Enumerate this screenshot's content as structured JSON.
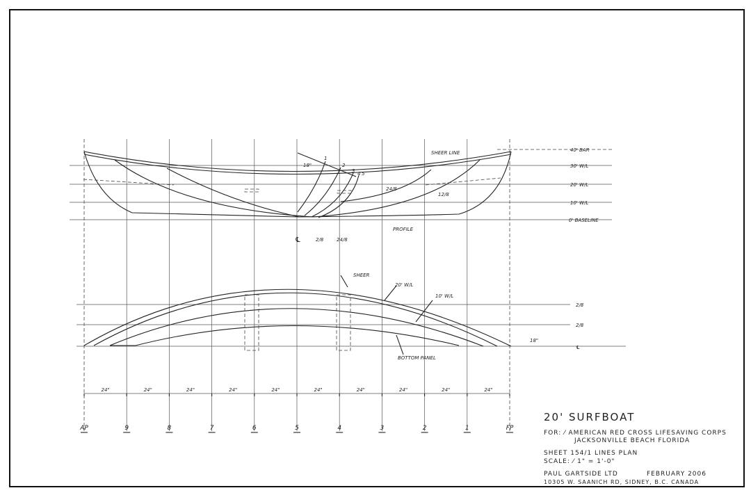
{
  "profile_labels": {
    "sheer_line": "SHEER LINE",
    "wl40": "40' BAR",
    "wl30": "30' W/L",
    "wl20": "20' W/L",
    "wl10": "10' W/L",
    "baseline": "0' BASELINE",
    "profile": "PROFILE",
    "centerline": "℄",
    "offset_a": "2/8",
    "offset_b": "24/8",
    "buttock_a": "24/8",
    "buttock_b": "12/8",
    "rake": "18\"",
    "sections": [
      "1",
      "2",
      "3",
      "4",
      "5"
    ]
  },
  "plan_labels": {
    "sheer": "SHEER",
    "wl20": "20' W/L",
    "wl10": "10' W/L",
    "bottom_panel": "BOTTOM PANEL",
    "right_a": "2/8",
    "right_b": "2/8",
    "right_c": "℄",
    "offset": "18\""
  },
  "stations": [
    "AP",
    "9",
    "8",
    "7",
    "6",
    "5",
    "4",
    "3",
    "2",
    "1",
    "FP"
  ],
  "spacing_label": "24\"",
  "title_block": {
    "title": "20' SURFBOAT",
    "for_line": "FOR: ⁄ AMERICAN RED CROSS LIFESAVING CORPS",
    "location": "JACKSONVILLE BEACH FLORIDA",
    "sheet": "SHEET 154/1 LINES PLAN",
    "scale": "SCALE: ⁄ 1\" = 1'-0\"",
    "designer": "PAUL GARTSIDE LTD",
    "date": "FEBRUARY 2006",
    "address": "10305 W. SAANICH RD, SIDNEY, B.C. CANADA"
  }
}
